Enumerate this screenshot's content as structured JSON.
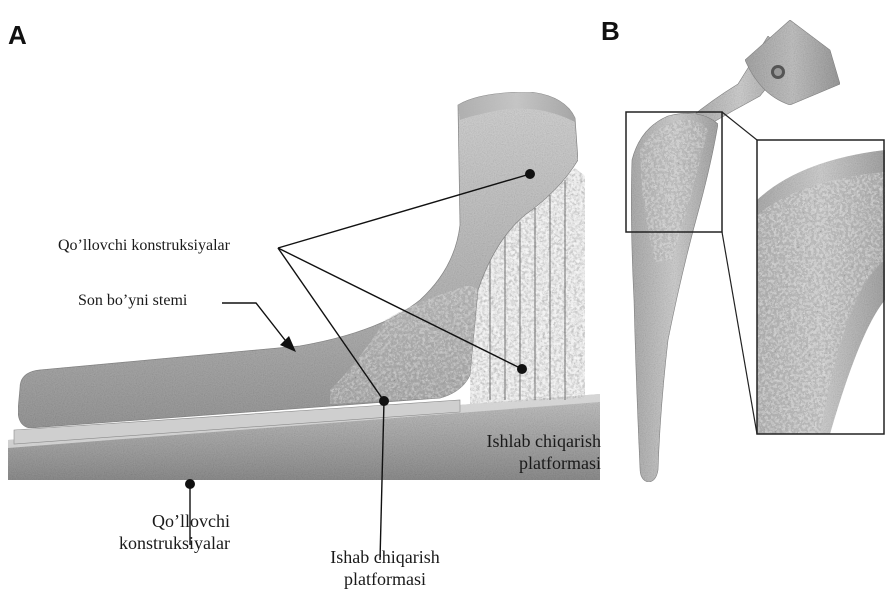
{
  "panels": {
    "a": "A",
    "b": "B"
  },
  "labels": {
    "support_top": "Qo’llovchi konstruksiyalar",
    "stem": "Son bo’yni stemi",
    "platform_right_line1": "Ishlab chiqarish",
    "platform_right_line2": "platformasi",
    "support_bottom_line1": "Qo’llovchi",
    "support_bottom_line2": "konstruksiyalar",
    "platform_bottom_line1": "Ishab chiqarish",
    "platform_bottom_line2": "platformasi"
  }
}
